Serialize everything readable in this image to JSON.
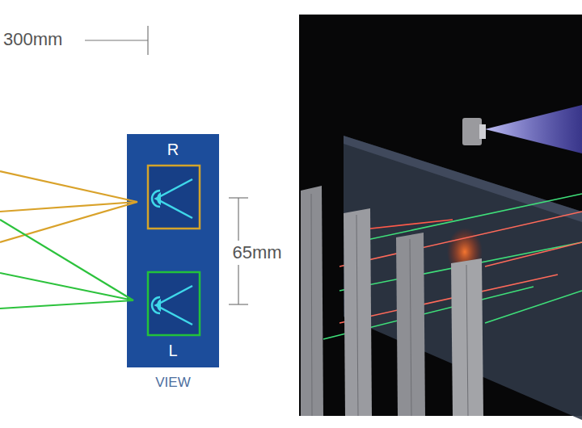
{
  "diagram": {
    "nodes": [
      {
        "text": [
          "R",
          "L",
          "VIEW"
        ]
      }
    ],
    "labels": [
      "300mm",
      "65mm"
    ]
  }
}
